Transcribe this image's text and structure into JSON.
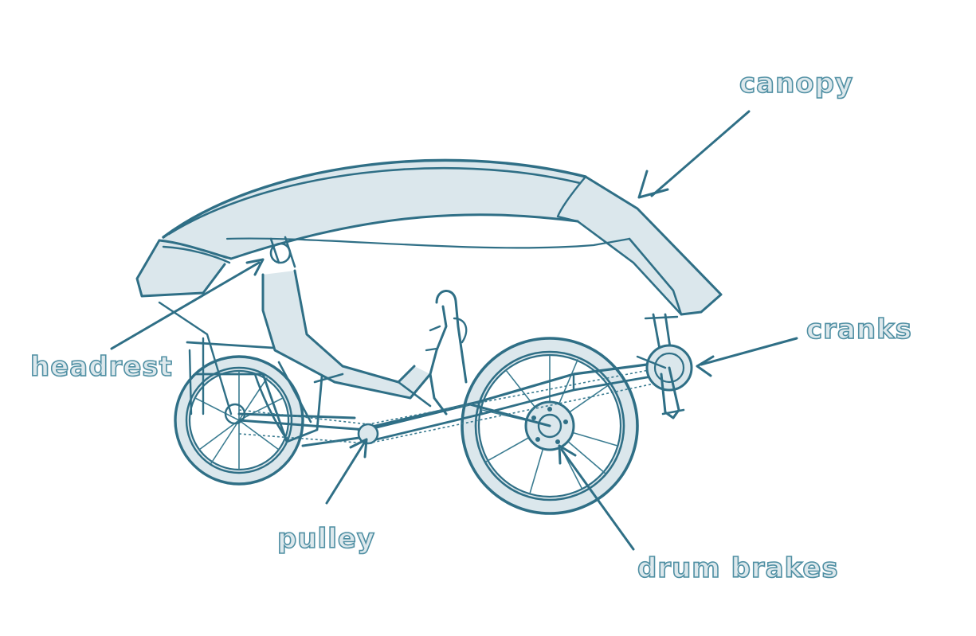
{
  "colors": {
    "ink": "#2f6f86",
    "fill": "#dbe7ec",
    "label_text": "#4f8fa3"
  },
  "labels": {
    "canopy": "canopy",
    "cranks": "cranks",
    "headrest": "headrest",
    "pulley": "pulley",
    "drum_brakes": "drum brakes"
  }
}
